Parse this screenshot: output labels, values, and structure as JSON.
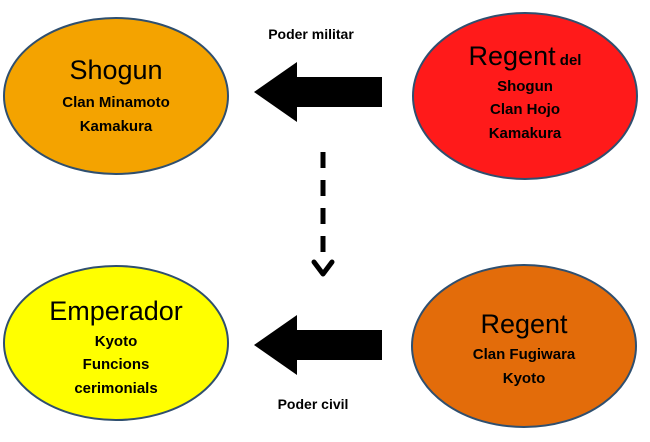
{
  "labels": {
    "top": "Poder militar",
    "bottom": "Poder civil"
  },
  "nodes": {
    "shogun": {
      "title": "Shogun",
      "lines": [
        "Clan Minamoto",
        "Kamakura"
      ],
      "color": "#F4A300"
    },
    "regent_shogun": {
      "title": "Regent",
      "title_suffix": " del",
      "lines": [
        "Shogun",
        "Clan Hojo",
        "Kamakura"
      ],
      "color": "#FF1A1A"
    },
    "emperador": {
      "title": "Emperador",
      "lines": [
        "Kyoto",
        "Funcions",
        "cerimonials"
      ],
      "color": "#FFFF00"
    },
    "regent_fugiwara": {
      "title": "Regent",
      "lines": [
        "Clan Fugiwara",
        "Kyoto"
      ],
      "color": "#E36C0A"
    }
  },
  "colors": {
    "stroke": "#2F4F6F",
    "arrow": "#000000"
  }
}
